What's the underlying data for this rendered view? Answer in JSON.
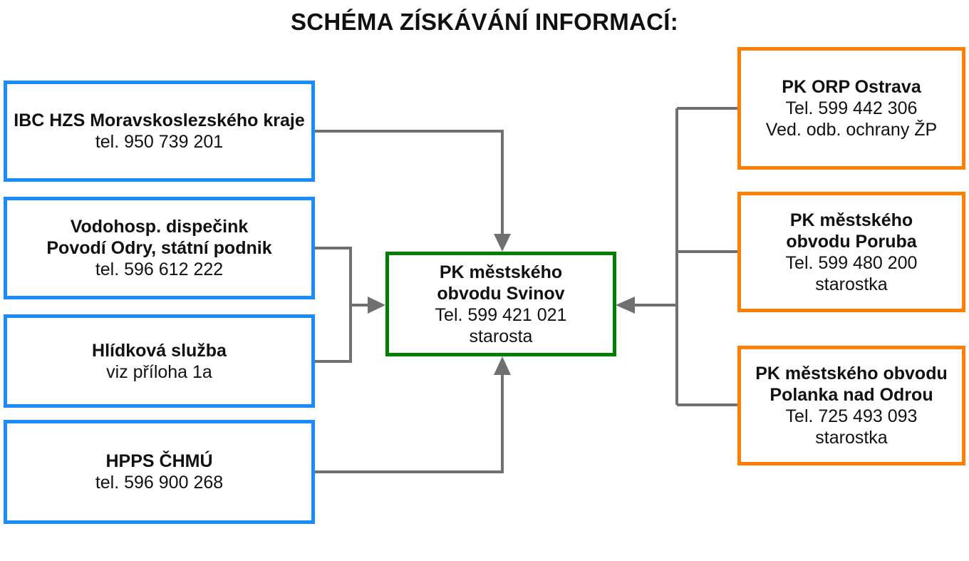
{
  "title": "SCHÉMA ZÍSKÁVÁNÍ INFORMACÍ:",
  "colors": {
    "left_border": "#1a8cff",
    "right_border": "#ff8000",
    "center_border": "#008000",
    "connector": "#707070"
  },
  "center": {
    "name_lines": [
      "PK městského",
      "obvodu Svinov"
    ],
    "detail_lines": [
      "Tel. 599 421 021",
      "starosta"
    ]
  },
  "left_nodes": [
    {
      "name_lines": [
        "IBC HZS Moravskoslezského kraje"
      ],
      "detail_lines": [
        "tel. 950 739 201"
      ]
    },
    {
      "name_lines": [
        "Vodohosp. dispečink",
        "Povodí Odry, státní podnik"
      ],
      "detail_lines": [
        "tel. 596 612 222"
      ]
    },
    {
      "name_lines": [
        "Hlídková služba"
      ],
      "detail_lines": [
        "viz příloha 1a"
      ]
    },
    {
      "name_lines": [
        "HPPS ČHMÚ"
      ],
      "detail_lines": [
        "tel. 596 900 268"
      ]
    }
  ],
  "right_nodes": [
    {
      "name_lines": [
        "PK ORP Ostrava"
      ],
      "detail_lines": [
        "Tel. 599 442 306",
        "Ved. odb. ochrany ŽP"
      ]
    },
    {
      "name_lines": [
        "PK městského",
        "obvodu Poruba"
      ],
      "detail_lines": [
        "Tel. 599 480 200",
        "starostka"
      ]
    },
    {
      "name_lines": [
        "PK městského obvodu",
        "Polanka nad Odrou"
      ],
      "detail_lines": [
        "Tel. 725 493 093",
        "starostka"
      ]
    }
  ]
}
